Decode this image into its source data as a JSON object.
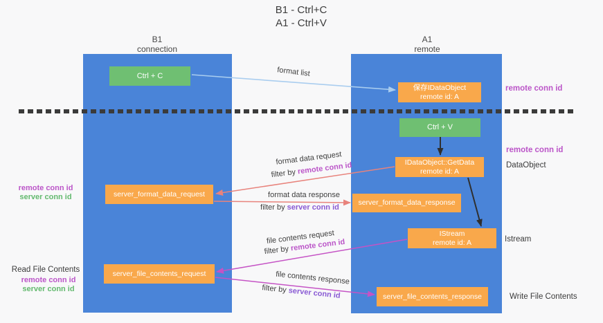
{
  "title": {
    "line1": "B1 - Ctrl+C",
    "line2": "A1 - Ctrl+V"
  },
  "lanes": {
    "left": {
      "header_line1": "B1",
      "header_line2": "connection"
    },
    "right": {
      "header_line1": "A1",
      "header_line2": "remote"
    }
  },
  "boxes": {
    "ctrl_c": {
      "label": "Ctrl + C"
    },
    "save_idataobject": {
      "line1": "保存IDataObject",
      "line2": "remote id: A"
    },
    "ctrl_v": {
      "label": "Ctrl + V"
    },
    "getdata": {
      "line1": "IDataObject::GetData",
      "line2": "remote id: A"
    },
    "server_format_data_request": {
      "label": "server_format_data_request"
    },
    "server_format_data_response": {
      "label": "server_format_data_response"
    },
    "istream": {
      "line1": "IStream",
      "line2": "remote id: A"
    },
    "server_file_contents_request": {
      "label": "server_file_contents_request"
    },
    "server_file_contents_response": {
      "label": "server_file_contents_response"
    }
  },
  "arrow_labels": {
    "format_list": "format list",
    "format_data_request": "format data request",
    "format_data_response": "format data response",
    "file_contents_request": "file contents request",
    "file_contents_response": "file contents response",
    "filter_prefix": "filter by ",
    "remote_conn_id": "remote conn id",
    "server_conn_id": "server conn id"
  },
  "annotations": {
    "right_remote_conn_id_top": "remote conn id",
    "right_remote_conn_id_mid": "remote conn id",
    "dataobject": "DataObject",
    "istream": "Istream",
    "write_file_contents": "Write File Contents",
    "left_remote_conn_id_1": "remote conn id",
    "left_server_conn_id_1": "server conn id",
    "read_file_contents": "Read File Contents",
    "left_remote_conn_id_2": "remote conn id",
    "left_server_conn_id_2": "server conn id"
  },
  "colors": {
    "lane_fill": "#4a84d8",
    "action_box_fill": "#6fbf72",
    "message_box_fill": "#f9a84b",
    "format_list_arrow": "#a9cdef",
    "format_data_arrows": "#e8837c",
    "file_contents_arrows": "#c553c5",
    "black_arrows": "#2f2f2f",
    "remote_conn_id_text": "#bb55c8",
    "server_conn_id_green_text": "#63b96e",
    "server_conn_id_violet_text": "#8a5bd4"
  }
}
